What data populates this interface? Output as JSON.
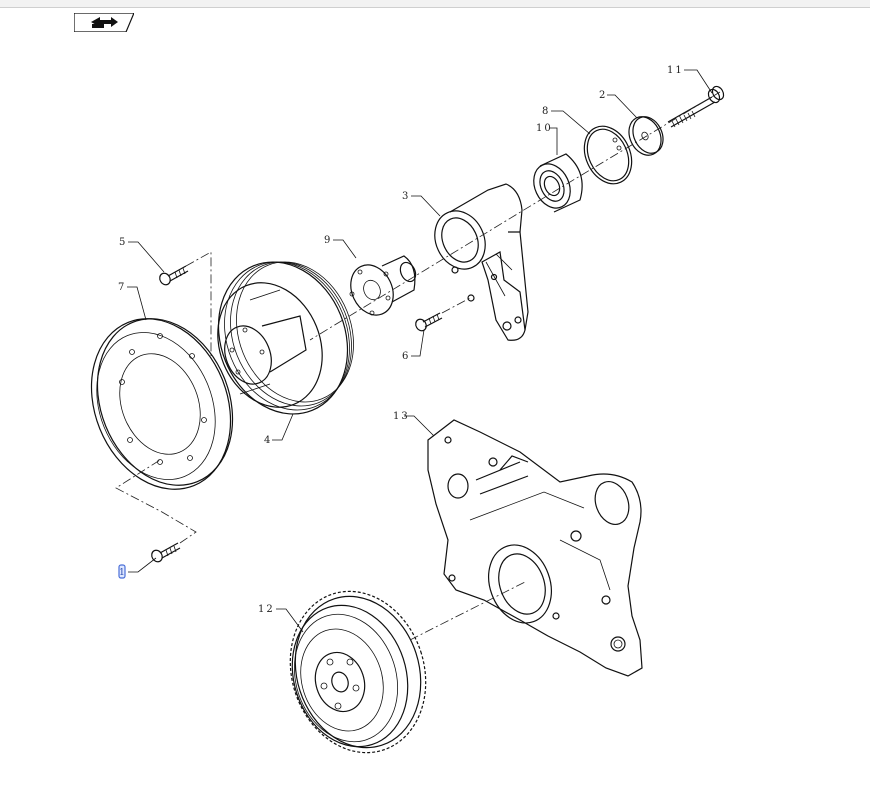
{
  "header": {
    "logo_icon": "forward-arrow-icon"
  },
  "callouts": {
    "c1": "1",
    "c2": "2",
    "c3": "3",
    "c4": "4",
    "c5": "5",
    "c6": "6",
    "c7": "7",
    "c8": "8",
    "c9": "9",
    "c10": "10",
    "c11": "11",
    "c12": "12",
    "c13": "13"
  },
  "colors": {
    "line": "#111111",
    "selection": "#4a6fd8"
  }
}
